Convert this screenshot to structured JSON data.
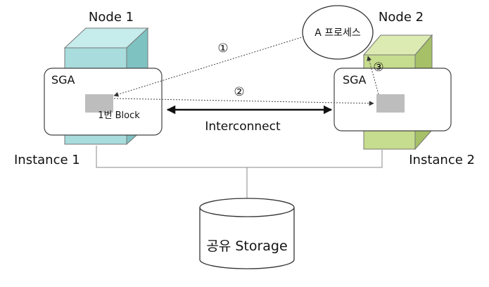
{
  "node1": {
    "title": "Node 1",
    "color": "#a9dcdc",
    "top_color": "#c6ecec",
    "side_color": "#7fc2c2"
  },
  "node2": {
    "title": "Node 2",
    "color": "#c6dc8e",
    "top_color": "#dcebb2",
    "side_color": "#a6c068"
  },
  "sga1": {
    "label": "SGA",
    "block_label": "1번 Block"
  },
  "sga2": {
    "label": "SGA"
  },
  "instance1": "Instance 1",
  "instance2": "Instance 2",
  "interconnect": "Interconnect",
  "process": "A 프로세스",
  "storage": "공유 Storage",
  "steps": [
    "①",
    "②",
    "③"
  ],
  "colors": {
    "block": "#bdbdbd",
    "line": "#333333",
    "box_border": "#444444"
  }
}
